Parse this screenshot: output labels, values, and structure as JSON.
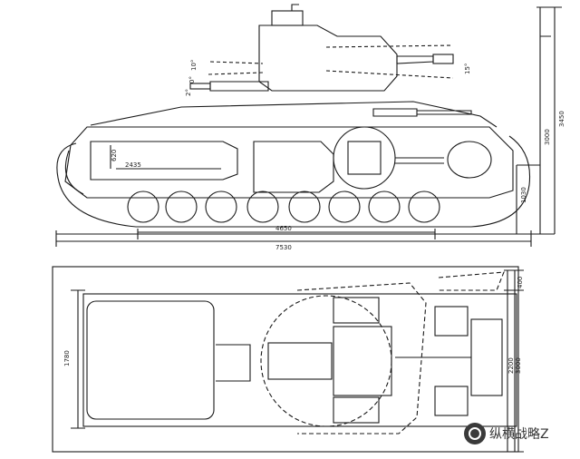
{
  "side_view": {
    "dims": {
      "length_total": "7530",
      "wheelbase": "4650",
      "engine_length": "2435",
      "engine_height": "620",
      "height_total": "3450",
      "hull_height": "3000",
      "ground_clearance": "1030",
      "angle_up_left": "10°",
      "angle_down_left": "0°",
      "angle_2": "2°",
      "angle_right": "15°"
    }
  },
  "top_view": {
    "dims": {
      "inner_width": "1780",
      "track_width": "400",
      "width_a": "2200",
      "width_b": "3000"
    }
  },
  "watermark": {
    "text": "纵横战略Z"
  }
}
